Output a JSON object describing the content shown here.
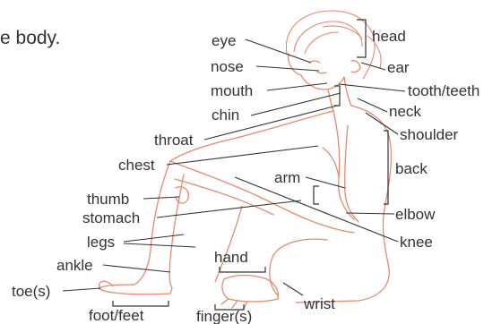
{
  "heading": "e body.",
  "colors": {
    "illustration": "#e38a6e",
    "text": "#333333",
    "background": "#ffffff"
  },
  "labels": {
    "eye": "eye",
    "nose": "nose",
    "mouth": "mouth",
    "chin": "chin",
    "throat": "throat",
    "chest": "chest",
    "thumb": "thumb",
    "stomach": "stomach",
    "legs": "legs",
    "ankle": "ankle",
    "toes": "toe(s)",
    "foot": "foot/feet",
    "fingers": "finger(s)",
    "hand": "hand",
    "wrist": "wrist",
    "arm": "arm",
    "head": "head",
    "ear": "ear",
    "tooth": "tooth/teeth",
    "neck": "neck",
    "shoulder": "shoulder",
    "back": "back",
    "elbow": "elbow",
    "knee": "knee"
  }
}
